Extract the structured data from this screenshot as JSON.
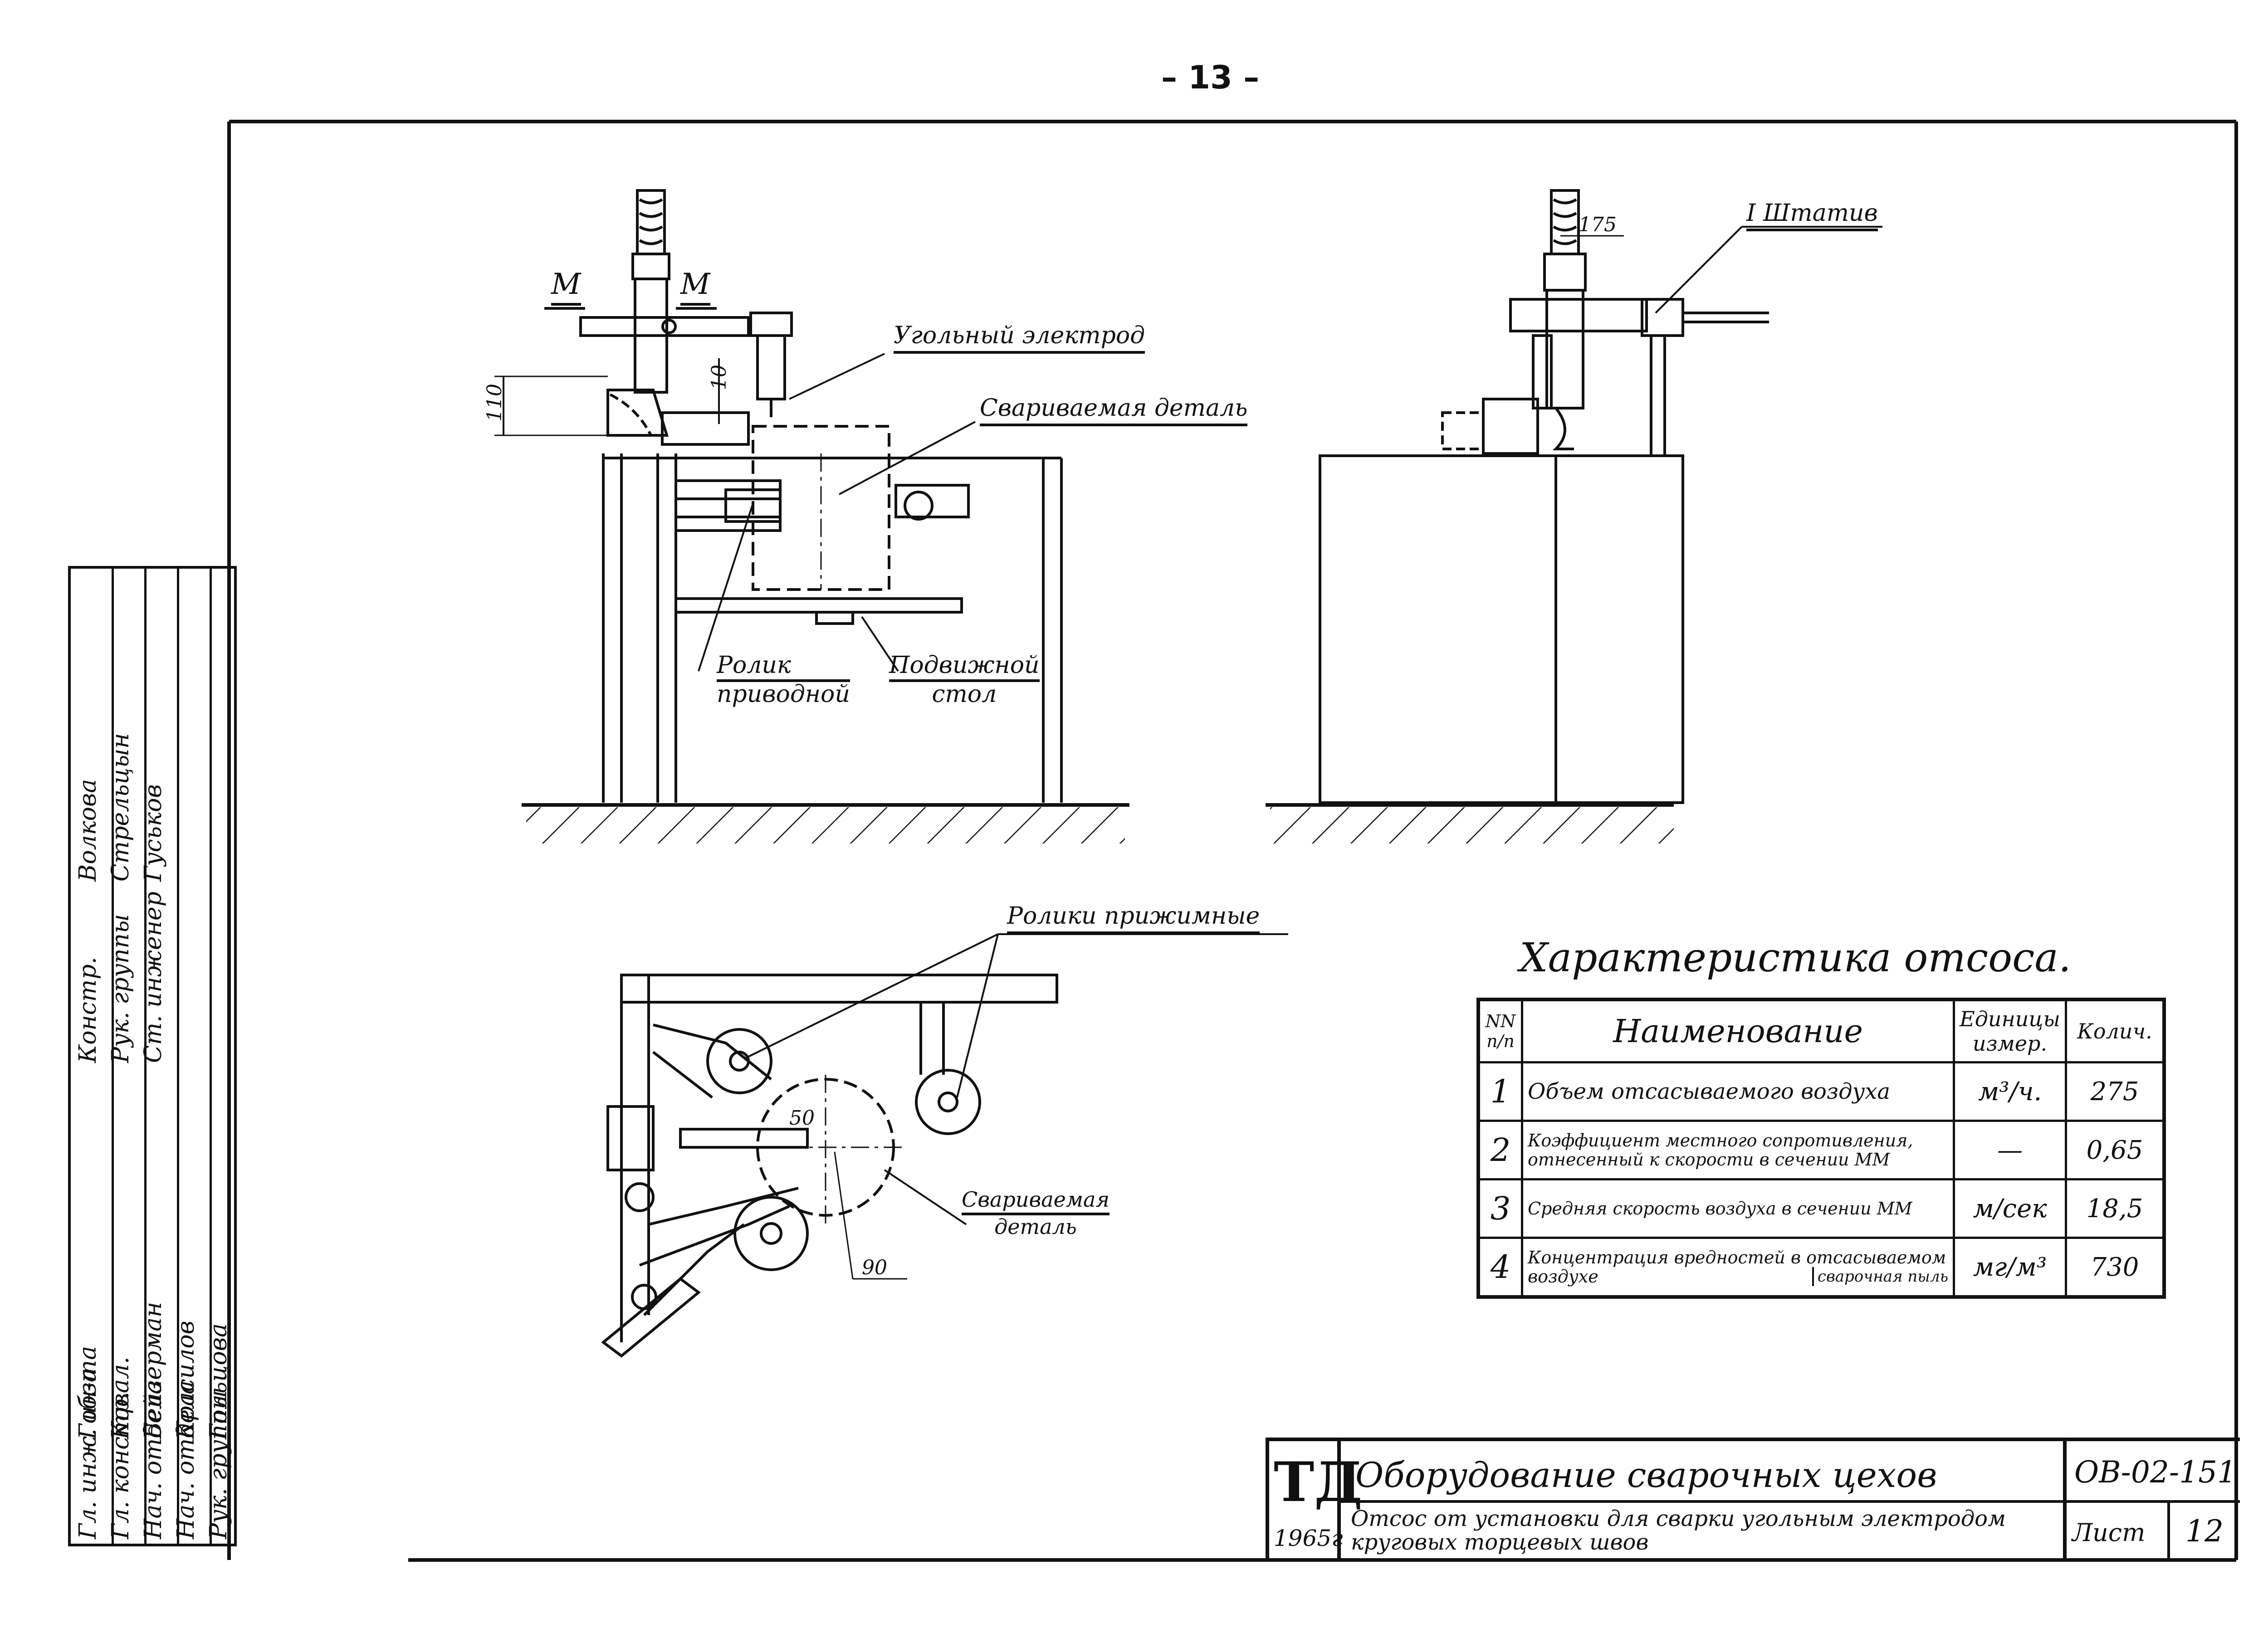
{
  "page_number": "– 13 –",
  "labels": {
    "section_left": "М",
    "section_right": "М",
    "dim_110": "110",
    "dim_10": "10",
    "dim_175": "175",
    "dim_50": "50",
    "dim_90": "90",
    "electrode": "Угольный электрод",
    "welded_part": "Свариваемая деталь",
    "welded_part_line1": "Свариваемая",
    "welded_part_line2": "деталь",
    "drive_roller_line1": "Ролик",
    "drive_roller_line2": "приводной",
    "movable_table_line1": "Подвижной",
    "movable_table_line2": "стол",
    "tripod": "I Штатив",
    "pressure_rollers": "Ролики прижимные"
  },
  "characteristics": {
    "title": "Характеристика отсоса.",
    "headers": {
      "num": "NN п/п",
      "name": "Наименование",
      "unit": "Единицы измер.",
      "qty": "Колич."
    },
    "rows": [
      {
        "num": "1",
        "name": "Объем отсасываемого воздуха",
        "sub": "",
        "unit": "м³/ч.",
        "value": "275"
      },
      {
        "num": "2",
        "name": "Коэффициент местного сопротивления, отнесенный к скорости в сечении ММ",
        "sub": "",
        "unit": "—",
        "value": "0,65"
      },
      {
        "num": "3",
        "name": "Средняя скорость воздуха в сечении ММ",
        "sub": "",
        "unit": "м/сек",
        "value": "18,5"
      },
      {
        "num": "4",
        "name": "Концентрация вредностей в отсасываемом воздухе",
        "sub": "сварочная пыль",
        "unit": "мг/м³",
        "value": "730"
      }
    ]
  },
  "title_block": {
    "org": "ТД",
    "year": "1965г",
    "series": "Оборудование сварочных цехов",
    "code": "ОВ-02-151",
    "description": "Отсос от установки для сварки угольным электродом круговых торцевых швов",
    "sheet_label": "Лист",
    "sheet_number": "12"
  },
  "approval_stamp": {
    "rows": [
      {
        "role": "Гл. инж. ин-та",
        "name": "Гобза"
      },
      {
        "role": "Гл. констр.",
        "name": "Ковал."
      },
      {
        "role": "Нач. отдела",
        "name": "Бейзерман"
      },
      {
        "role": "Нач. отдела",
        "name": "Красилов"
      },
      {
        "role": "Рук. группы",
        "name": "Гольцова"
      }
    ],
    "rows2": [
      {
        "role": "Констр.",
        "name": "Волкова"
      },
      {
        "role": "Рук. группы",
        "name": "Стрельцын"
      },
      {
        "role": "Ст. инженер",
        "name": "Гуськов"
      }
    ]
  }
}
